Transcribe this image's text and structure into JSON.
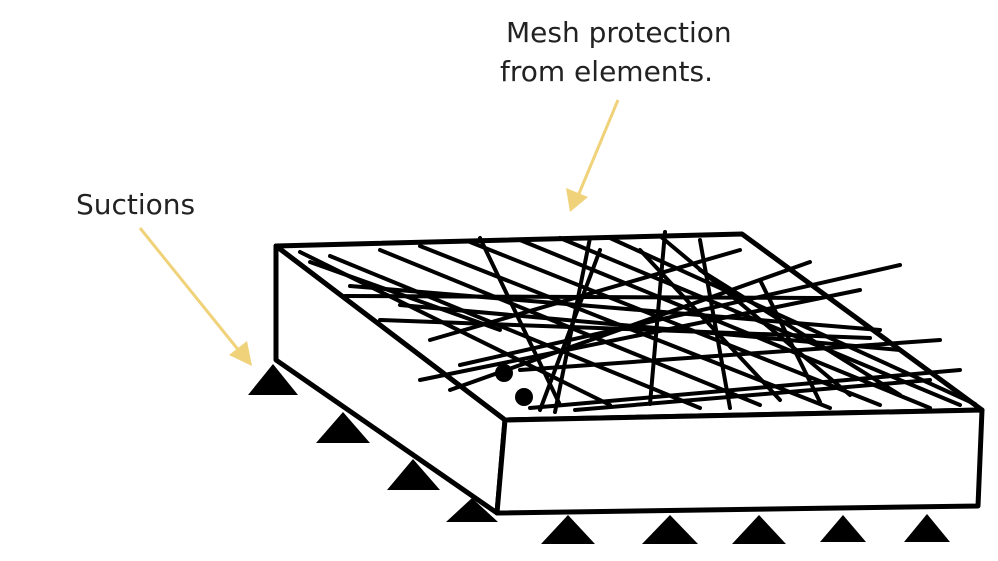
{
  "labels": {
    "mesh_line1": "Mesh protection",
    "mesh_line2": "from elements.",
    "suctions": "Suctions"
  },
  "colors": {
    "arrow": "#F0D27A",
    "outline": "#000000",
    "text": "#222222"
  },
  "supports": {
    "side_count": 4,
    "front_count": 5
  }
}
